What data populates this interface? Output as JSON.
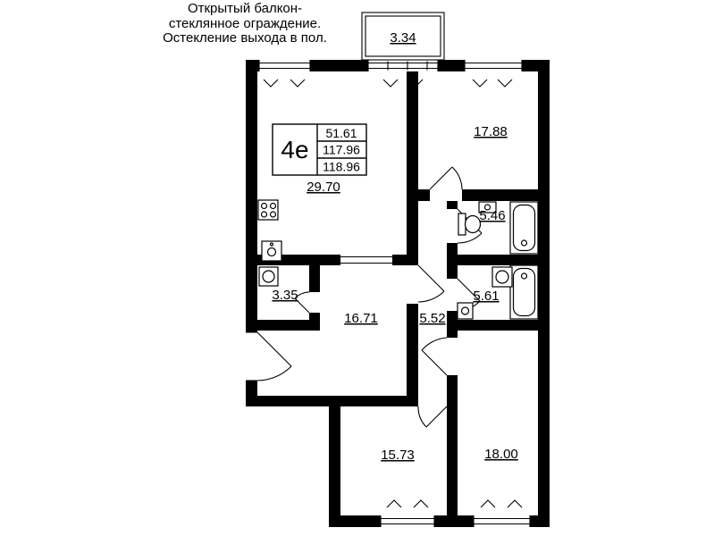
{
  "annotation": {
    "lines": [
      "Открытый балкон-",
      "стеклянное ограждение.",
      "Остекление выхода в пол."
    ]
  },
  "balcony": {
    "area": "3.34"
  },
  "stamp": {
    "type": "4е",
    "living_area": "51.61",
    "area": "117.96",
    "total_area": "118.96"
  },
  "rooms": {
    "living_room": "29.70",
    "bedroom_1": "17.88",
    "bathroom_1": "5.46",
    "bathroom_2": "5.61",
    "storeroom": "3.35",
    "hallway": "16.71",
    "corridor": "5.52",
    "bedroom_2": "15.73",
    "bedroom_3": "18.00"
  }
}
